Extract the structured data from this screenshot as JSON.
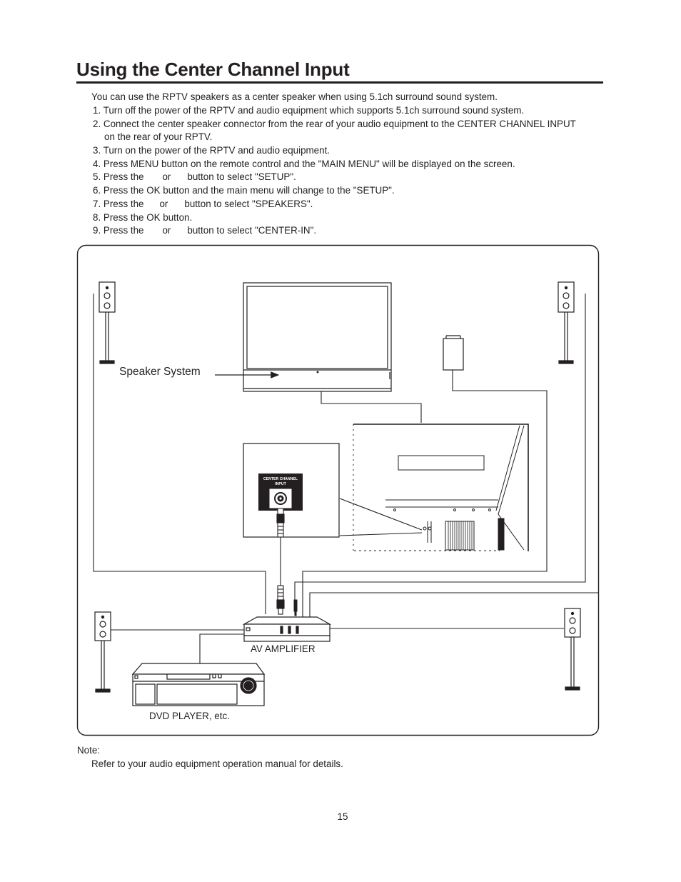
{
  "title": "Using the Center Channel Input",
  "intro": "You can use the RPTV speakers as a center speaker when using 5.1ch surround sound system.",
  "steps": {
    "s1": {
      "num": "1.",
      "text": "Turn off the power of the RPTV and audio equipment which supports 5.1ch surround sound system."
    },
    "s2": {
      "num": "2.",
      "text": "Connect the center speaker connector from the rear of your audio equipment to the CENTER CHANNEL INPUT",
      "cont": "on the rear of your RPTV."
    },
    "s3": {
      "num": "3.",
      "text": "Turn on the power of the RPTV and audio equipment."
    },
    "s4": {
      "num": "4.",
      "text": "Press MENU button on the remote control and the \"MAIN MENU\" will be displayed on the screen."
    },
    "s5": {
      "num": "5.",
      "a": "Press the",
      "b": "or",
      "c": "button to select \"SETUP\"."
    },
    "s6": {
      "num": "6.",
      "text": "Press the OK button and the main menu will change to the \"SETUP\"."
    },
    "s7": {
      "num": "7.",
      "a": "Press the",
      "b": "or",
      "c": "button to select \"SPEAKERS\"."
    },
    "s8": {
      "num": "8.",
      "text": "Press the OK button."
    },
    "s9": {
      "num": "9.",
      "a": "Press the",
      "b": "or",
      "c": "button to select \"CENTER-IN\"."
    }
  },
  "diagram": {
    "speaker_system_label": "Speaker System",
    "center_channel_label_1": "CENTER CHANNEL",
    "center_channel_label_2": "INPUT",
    "amplifier_label": "AV AMPLIFIER",
    "dvd_label": "DVD PLAYER, etc."
  },
  "note": {
    "label": "Note:",
    "text": "Refer to your audio equipment operation manual for details."
  },
  "page_number": "15"
}
